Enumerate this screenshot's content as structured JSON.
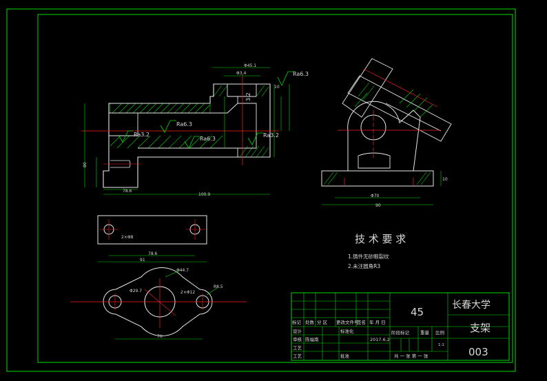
{
  "colors": {
    "background": "#000000",
    "frame": "#00e000",
    "outline": "#e8e8e8",
    "centerline": "#ff2020",
    "annotation": "#d8d8d8"
  },
  "roughness": [
    "Ra6.3",
    "Ra6.3",
    "Ra3.2",
    "Ra6.3",
    "Ra3.2",
    "3.2"
  ],
  "technical_requirements": {
    "title": "技 术 要 求",
    "items": [
      "1.铸件无砂眼裂纹",
      "2.未注圆角R3"
    ]
  },
  "title_block": {
    "material": "45",
    "school": "长春大学",
    "part_name": "支架",
    "drawing_number": "003",
    "header_row": [
      "标记",
      "处数",
      "分 区",
      "更改文件号",
      "签名",
      "年 月 日"
    ],
    "design_label": "设计",
    "standardization_label": "标准化",
    "check_label": "审核",
    "process_label": "工艺",
    "approve_label": "批准",
    "designer": "陈福南",
    "date": "2017.6.2",
    "stage_label": "阶段标记",
    "weight_label": "重量",
    "scale_label": "比例",
    "scale_value": "1:1",
    "sheet_text": "共 一 张  第 一 张"
  }
}
